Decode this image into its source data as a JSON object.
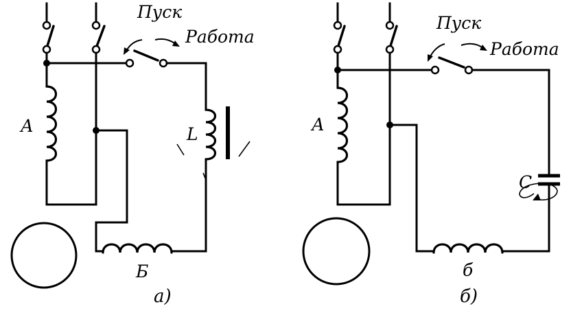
{
  "labels": {
    "left": {
      "start": "Пуск",
      "run": "Работа",
      "winding_main": "А",
      "winding_aux": "Б",
      "inductor": "L",
      "caption": "а)"
    },
    "right": {
      "start": "Пуск",
      "run": "Работа",
      "winding_main": "А",
      "winding_aux": "б",
      "capacitor": "C",
      "caption": "б)"
    }
  }
}
